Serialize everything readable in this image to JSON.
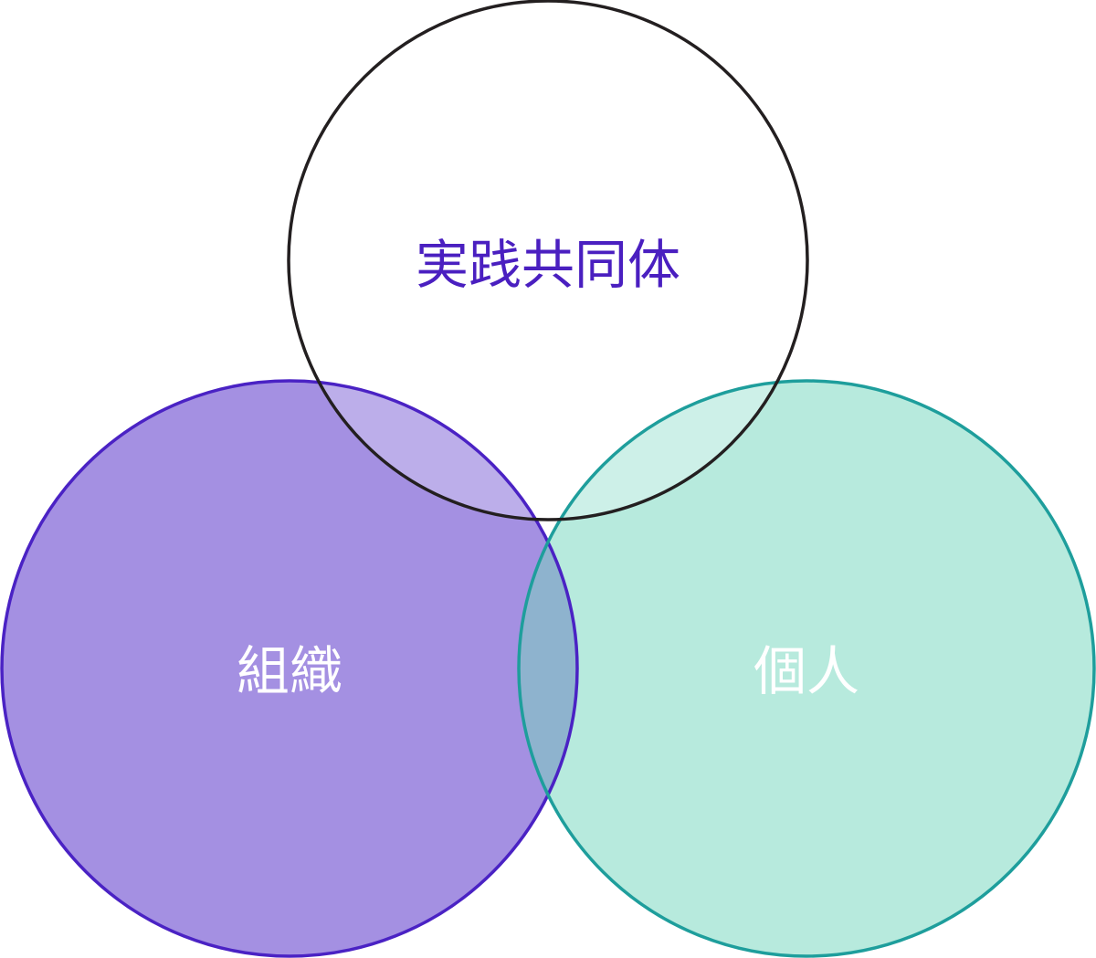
{
  "diagram": {
    "type": "venn",
    "sets": [
      {
        "id": "community",
        "label": "実践共同体",
        "fill": "#ffffff",
        "stroke": "#231f20",
        "label_color": "#4a1fc0"
      },
      {
        "id": "organization",
        "label": "組織",
        "fill": "#a490e2",
        "stroke": "#4a22c4",
        "label_color": "#ffffff"
      },
      {
        "id": "individual",
        "label": "個人",
        "fill": "#b7eadd",
        "stroke": "#1e9e9c",
        "label_color": "#ffffff"
      }
    ],
    "overlap_colors": {
      "community_organization": "#bcaeea",
      "community_individual": "#cdf0e8",
      "organization_individual": "#8eb3ce"
    }
  }
}
